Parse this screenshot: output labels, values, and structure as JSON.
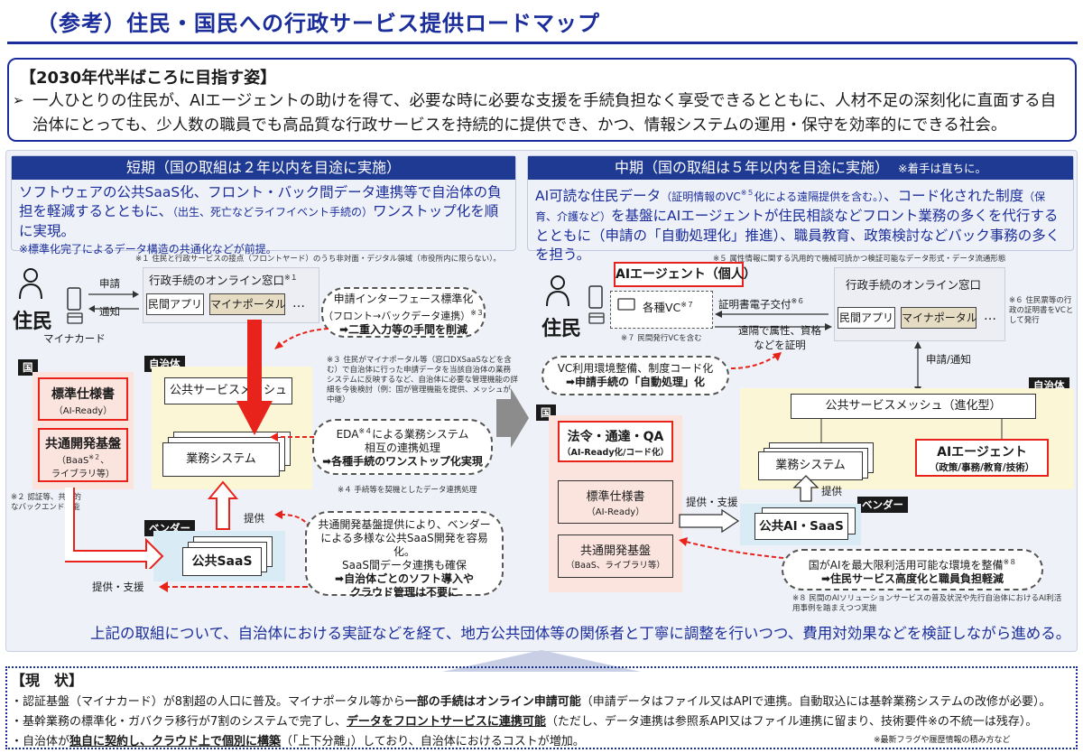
{
  "header": {
    "title": "（参考）住民・国民への行政サービス提供ロードマップ"
  },
  "vision": {
    "heading": "【2030年代半ばころに目指す姿】",
    "bullet": "➢",
    "body": "一人ひとりの住民が、AIエージェントの助けを得て、必要な時に必要な支援を手続負担なく享受できるとともに、人材不足の深刻化に直面する自治体にとっても、少人数の職員でも高品質な行政サービスを持続的に提供でき、かつ、情報システムの運用・保守を効率的にできる社会。"
  },
  "short": {
    "header": "短期（国の取組は２年以内を目途に実施）",
    "lead_a": "ソフトウェアの公共SaaS化、フロント・バック間データ連携等で自治体の負担を軽減するとともに、",
    "lead_small": "（出生、死亡などライフイベント手続の）",
    "lead_b": "ワンストップ化を順に実現。",
    "lead_note": "※標準化完了によるデータ構造の共通化などが前提。",
    "note1": "※１ 住民と行政サービスの接点（フロントヤード）のうち非対面・デジタル領域（市役所内に限らない）。",
    "resident": "住民",
    "mynacard": "マイナカード",
    "apply": "申請",
    "notify": "通知",
    "window_title": "行政手続のオンライン窓口",
    "window_sup": "※１",
    "app": "民間アプリ",
    "portal": "マイナポータル",
    "more": "…",
    "bubble1_a": "申請インターフェース標準化",
    "bubble1_b": "（フロント→バックデータ連携）",
    "bubble1_sup": "※３",
    "bubble1_c": "➡二重入力等の手間を削減",
    "note3": "※３ 住民がマイナポータル等（窓口DXSaaSなどを含む）で自治体に行った申請データを当該自治体の業務システムに反映するなど、自治体に必要な管理機能の詳細を今後検討（例：国が管理機能を提供、メッシュが中継）",
    "kuni_tag": "国",
    "jichitai_tag": "自治体",
    "mesh": "公共サービスメッシュ",
    "gyomu": "業務システム",
    "spec_a": "標準仕様書",
    "spec_b": "（AI-Ready）",
    "base_a": "共通開発基盤",
    "base_b": "（BaaS",
    "base_sup": "※２",
    "base_c": "、",
    "base_d": "ライブラリ等）",
    "note2": "※２ 認証等、共通的なバックエンド機能",
    "bubble2_a": "EDA",
    "bubble2_sup": "※４",
    "bubble2_b": "による業務システム",
    "bubble2_c": "相互の連携処理",
    "bubble2_d": "➡各種手続のワンストップ化実現",
    "note4": "※４ 手続等を契機としたデータ連携処理",
    "vendor_tag": "ベンダー",
    "saas": "公共SaaS",
    "provide": "提供",
    "provide_support": "提供・支援",
    "bubble3_a": "共通開発基盤提供により、ベンダーによる多様な公共SaaS開発を容易化。",
    "bubble3_b": "SaaS間データ連携も確保",
    "bubble3_c": "➡自治体ごとのソフト導入や",
    "bubble3_d": "クラウド管理は不要に"
  },
  "mid": {
    "header": "中期（国の取組は５年以内を目途に実施）",
    "header_note": "※着手は直ちに。",
    "lead_a": "AI可読な住民データ",
    "lead_small1": "（証明情報のVC",
    "lead_sup": "※５",
    "lead_small2": "化による遠隔提供を含む。）",
    "lead_b": "、コード化された制度",
    "lead_small3": "（保育、介護など）",
    "lead_c": "を基盤にAIエージェントが住民相談などフロント業務の多くを代行するとともに（申請の「自動処理化」推進）、職員教育、政策検討などバック事務の多くを担う。",
    "note5": "※５ 属性情報に関する汎用的で機械可読かつ検証可能なデータ形式・データ流通形態",
    "agent_personal": "AIエージェント（個人）",
    "vc": "各種VC",
    "vc_sup": "※７",
    "note7": "※７ 民間発行VCを含む",
    "resident": "住民",
    "cert": "証明書電子交付",
    "cert_sup": "※６",
    "remote_a": "遠隔で属性、資格",
    "remote_b": "などを証明",
    "window_title": "行政手続のオンライン窓口",
    "app": "民間アプリ",
    "portal": "マイナポータル",
    "more": "…",
    "note6": "※６ 住民票等の行政の証明書をVCとして発行",
    "apply_notify": "申請/通知",
    "bubble1_a": "VC利用環境整備、制度コード化",
    "bubble1_b": "➡申請手続の「自動処理」化",
    "kuni_tag": "国",
    "jichitai_tag": "自治体",
    "law_a": "法令・通達・QA",
    "law_b": "（AI-Ready化/コード化）",
    "mesh": "公共サービスメッシュ（進化型）",
    "gyomu": "業務システム",
    "agent_a": "AIエージェント",
    "agent_b": "（政策/事務/教育/技術）",
    "spec_a": "標準仕様書",
    "spec_b": "（AI-Ready）",
    "base_a": "共通開発基盤",
    "base_b": "（BaaS、ライブラリ等）",
    "provide_support": "提供・支援",
    "provide": "提供",
    "vendor_tag": "ベンダー",
    "ai_saas": "公共AI・SaaS",
    "bubble2_a": "国がAIを最大限利活用可能な環境を整備",
    "bubble2_sup": "※８",
    "bubble2_b": "➡住民サービス高度化と職員負担軽減",
    "note8": "※８ 民間のAIソリューションサービスの普及状況や先行自治体におけるAI利活用事例を踏まえつつ実施"
  },
  "summary": "上記の取組について、自治体における実証などを経て、地方公共団体等の関係者と丁寧に調整を行いつつ、費用対効果などを検証しながら進める。",
  "status": {
    "heading": "【現　状】",
    "line1_a": "・認証基盤（マイナカード）が8割超の人口に普及。マイナポータル等から",
    "line1_b": "一部の手続はオンライン申請可能",
    "line1_c": "（申請データはファイル又はAPIで連携。自動取込には基幹業務システムの改修が必要）。",
    "line2_a": "・基幹業務の標準化・ガバクラ移行が7割のシステムで完了し、",
    "line2_b": "データをフロントサービスに連携可能",
    "line2_c": "（ただし、データ連携は参照系API又はファイル連携に留まり、技術要件※の不統一は残存）。",
    "line3_a": "・自治体が",
    "line3_b": "独自に契約し、クラウド上で個別に構築",
    "line3_c": "（「上下分離」）しており、自治体におけるコストが増加。",
    "foot": "※最新フラグや履歴情報の積み方など"
  },
  "colors": {
    "navy": "#1a2d9a",
    "red": "#e8231b",
    "header_blue": "#1f3a93",
    "yellow": "#fbf7d6",
    "light_blue": "#d9ecf6",
    "pink": "#fbe4de"
  }
}
